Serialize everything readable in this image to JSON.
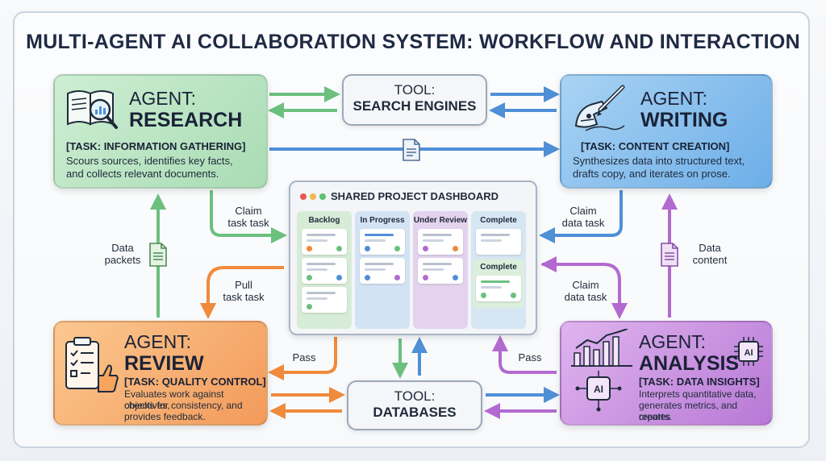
{
  "title": "MULTI-AGENT AI COLLABORATION SYSTEM: WORKFLOW AND INTERACTION",
  "agents": {
    "research": {
      "role": "AGENT:",
      "name": "RESEARCH",
      "task": "[TASK: INFORMATION GATHERING]",
      "desc_line1": "Scours sources, identifies key facts,",
      "desc_line2": "and collects relevant documents.",
      "icon": "book-magnifier-chart-icon",
      "color": "#bfe8c8"
    },
    "writing": {
      "role": "AGENT:",
      "name": "WRITING",
      "task": "[TASK: CONTENT CREATION]",
      "desc_line1": "Synthesizes data into structured text,",
      "desc_line2": "drafts copy, and iterates on prose.",
      "icon": "robot-hand-pen-icon",
      "color": "#8cc3ee"
    },
    "review": {
      "role": "AGENT:",
      "name": "REVIEW",
      "task": "[TASK: QUALITY CONTROL]",
      "desc_line1": "Evaluates work against objectives,",
      "desc_line2": "checks for consistency, and",
      "desc_line3": "provides feedback.",
      "icon": "clipboard-thumbs-up-icon",
      "color": "#f7b276"
    },
    "analysis": {
      "role": "AGENT:",
      "name": "ANALYSIS",
      "task": "[TASK: DATA INSIGHTS]",
      "desc_line1": "Interprets quantitative data,",
      "desc_line2": "generates metrics, and creates",
      "desc_line3": "reports.",
      "icon": "ai-chip-chart-icon",
      "chip_text": "AI",
      "color": "#cf9be3"
    }
  },
  "tools": {
    "search": {
      "line1": "TOOL:",
      "line2": "SEARCH ENGINES"
    },
    "databases": {
      "line1": "TOOL:",
      "line2": "DATABASES"
    }
  },
  "dashboard": {
    "title": "SHARED PROJECT DASHBOARD",
    "columns": [
      {
        "label": "Backlog",
        "color": "#d7ecd6"
      },
      {
        "label": "In Progress",
        "color": "#d3e3f3"
      },
      {
        "label": "Under Review",
        "color": "#e4d3ee"
      },
      {
        "label": "Complete",
        "color": "#d6e6f2"
      }
    ],
    "complete_label": "Complete"
  },
  "labels": {
    "claim_task_left_1": "Claim",
    "claim_task_left_2": "task task",
    "claim_data_top_1": "Claim",
    "claim_data_top_2": "data task",
    "claim_data_mid_1": "Claim",
    "claim_data_mid_2": "data task",
    "data_packets_1": "Data",
    "data_packets_2": "packets",
    "data_content_1": "Data",
    "data_content_2": "content",
    "pull_task_1": "Pull",
    "pull_task_2": "task task",
    "pass_left": "Pass",
    "pass_right": "Pass"
  }
}
